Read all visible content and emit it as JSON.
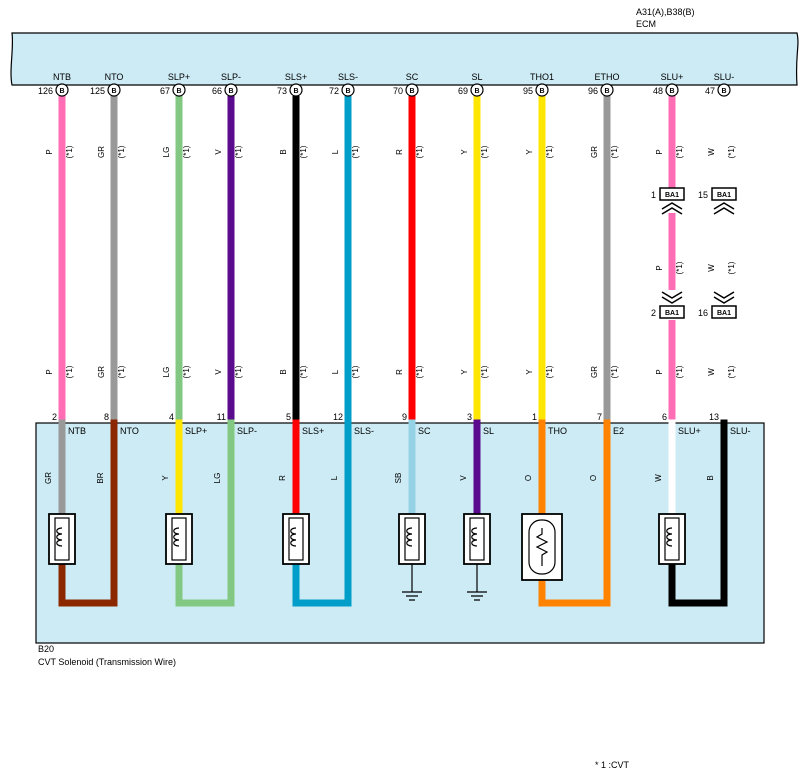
{
  "ecm": {
    "connector_label": "A31(A),B38(B)",
    "name": "ECM"
  },
  "component": {
    "code": "B20",
    "name": "CVT Solenoid (Transmission Wire)"
  },
  "footnote": "* 1 :CVT",
  "notes": {
    "star": "(*1)"
  },
  "colors": {
    "P": "#ff6eb4",
    "GR": "#999999",
    "LG": "#82c882",
    "V": "#5a0a8c",
    "B": "#000000",
    "L": "#009ec8",
    "R": "#ff0000",
    "Y": "#ffe600",
    "W": "#ffffff",
    "BR": "#8c2800",
    "SB": "#96d2e6",
    "O": "#ff8200",
    "panel": "#cdebf5"
  },
  "ecm_pins": [
    {
      "name": "NTB",
      "pin": "126",
      "conn": "B"
    },
    {
      "name": "NTO",
      "pin": "125",
      "conn": "B"
    },
    {
      "name": "SLP+",
      "pin": "67",
      "conn": "B"
    },
    {
      "name": "SLP-",
      "pin": "66",
      "conn": "B"
    },
    {
      "name": "SLS+",
      "pin": "73",
      "conn": "B"
    },
    {
      "name": "SLS-",
      "pin": "72",
      "conn": "B"
    },
    {
      "name": "SC",
      "pin": "70",
      "conn": "B"
    },
    {
      "name": "SL",
      "pin": "69",
      "conn": "B"
    },
    {
      "name": "THO1",
      "pin": "95",
      "conn": "B"
    },
    {
      "name": "ETHO",
      "pin": "96",
      "conn": "B"
    },
    {
      "name": "SLU+",
      "pin": "48",
      "conn": "B"
    },
    {
      "name": "SLU-",
      "pin": "47",
      "conn": "B"
    }
  ],
  "wires": [
    {
      "color": "P"
    },
    {
      "color": "GR"
    },
    {
      "color": "LG"
    },
    {
      "color": "V"
    },
    {
      "color": "B"
    },
    {
      "color": "L"
    },
    {
      "color": "R"
    },
    {
      "color": "Y"
    },
    {
      "color": "Y"
    },
    {
      "color": "GR"
    },
    {
      "color": "P",
      "via": "BA1"
    },
    {
      "color": "W",
      "via": "BA1"
    }
  ],
  "junction": {
    "name": "BA1",
    "pins": [
      {
        "top": "1",
        "bottom": "2"
      },
      {
        "top": "15",
        "bottom": "16"
      }
    ]
  },
  "b20_pins": [
    {
      "pin": "2",
      "name": "NTB",
      "color": "GR"
    },
    {
      "pin": "8",
      "name": "NTO",
      "color": "BR"
    },
    {
      "pin": "4",
      "name": "SLP+",
      "color": "Y"
    },
    {
      "pin": "11",
      "name": "SLP-",
      "color": "LG"
    },
    {
      "pin": "5",
      "name": "SLS+",
      "color": "R"
    },
    {
      "pin": "12",
      "name": "SLS-",
      "color": "L"
    },
    {
      "pin": "9",
      "name": "SC",
      "color": "SB"
    },
    {
      "pin": "3",
      "name": "SL",
      "color": "V"
    },
    {
      "pin": "1",
      "name": "THO",
      "color": "O"
    },
    {
      "pin": "7",
      "name": "E2",
      "color": "O"
    },
    {
      "pin": "6",
      "name": "SLU+",
      "color": "W"
    },
    {
      "pin": "13",
      "name": "SLU-",
      "color": "B"
    }
  ]
}
